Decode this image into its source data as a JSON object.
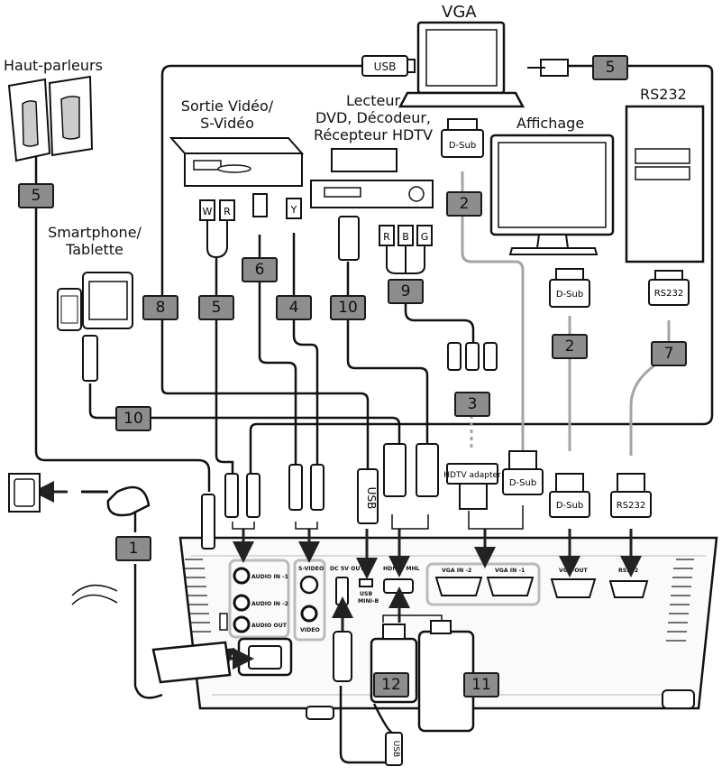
{
  "labels": {
    "vga": "VGA",
    "speakers": "Haut-parleurs",
    "video_out": [
      "Sortie Vidéo/",
      "S-Vidéo"
    ],
    "dvd": [
      "Lecteur",
      "DVD, Décodeur,",
      "Récepteur HDTV"
    ],
    "display": "Affichage",
    "rs232": "RS232",
    "smartphone": [
      "Smartphone/",
      "Tablette"
    ]
  },
  "cable_numbers": {
    "usb_top": "5",
    "speaker": "5",
    "av": "5",
    "vga": "2",
    "display": "2",
    "svideo": "6",
    "yellow": "4",
    "usb_long": "8",
    "hdmi_dvd": "10",
    "mhl": "10",
    "component": "9",
    "hdtv": "3",
    "rs232": "7",
    "power": "1",
    "stick": "11",
    "mhl_usb": "12"
  },
  "connector_texts": {
    "usb_tag_top": "USB",
    "usb_plug": "USB",
    "usb_mhl": "USB",
    "dsub_laptop": "D-Sub",
    "dsub_display": "D-Sub",
    "dsub_vga_plug": "D-Sub",
    "dsub_out_plug": "D-Sub",
    "rs232_top": "RS232",
    "rs232_plug": "RS232",
    "hdtv_adapter": "HDTV adapter",
    "rca_w": "W",
    "rca_r": "R",
    "rca_y": "Y",
    "comp_r": "R",
    "comp_b": "B",
    "comp_g": "G"
  },
  "ports": {
    "audio_in_1": "AUDIO IN -1",
    "audio_in_2": "AUDIO IN -2",
    "audio_out": "AUDIO OUT",
    "svideo": "S-VIDEO",
    "video": "VIDEO",
    "dc5v": "DC 5V OUT",
    "usb_mini_1": "USB",
    "usb_mini_2": "MINI-B",
    "hdmi": "HDMI / MHL",
    "vga_in_2": "VGA IN -2",
    "vga_in_1": "VGA IN -1",
    "vga_out": "VGA-OUT",
    "rs232": "RS232"
  },
  "colors": {
    "badge": "#8d8d8d",
    "cable": "#111111",
    "grey_cable": "#9a9a9a"
  }
}
